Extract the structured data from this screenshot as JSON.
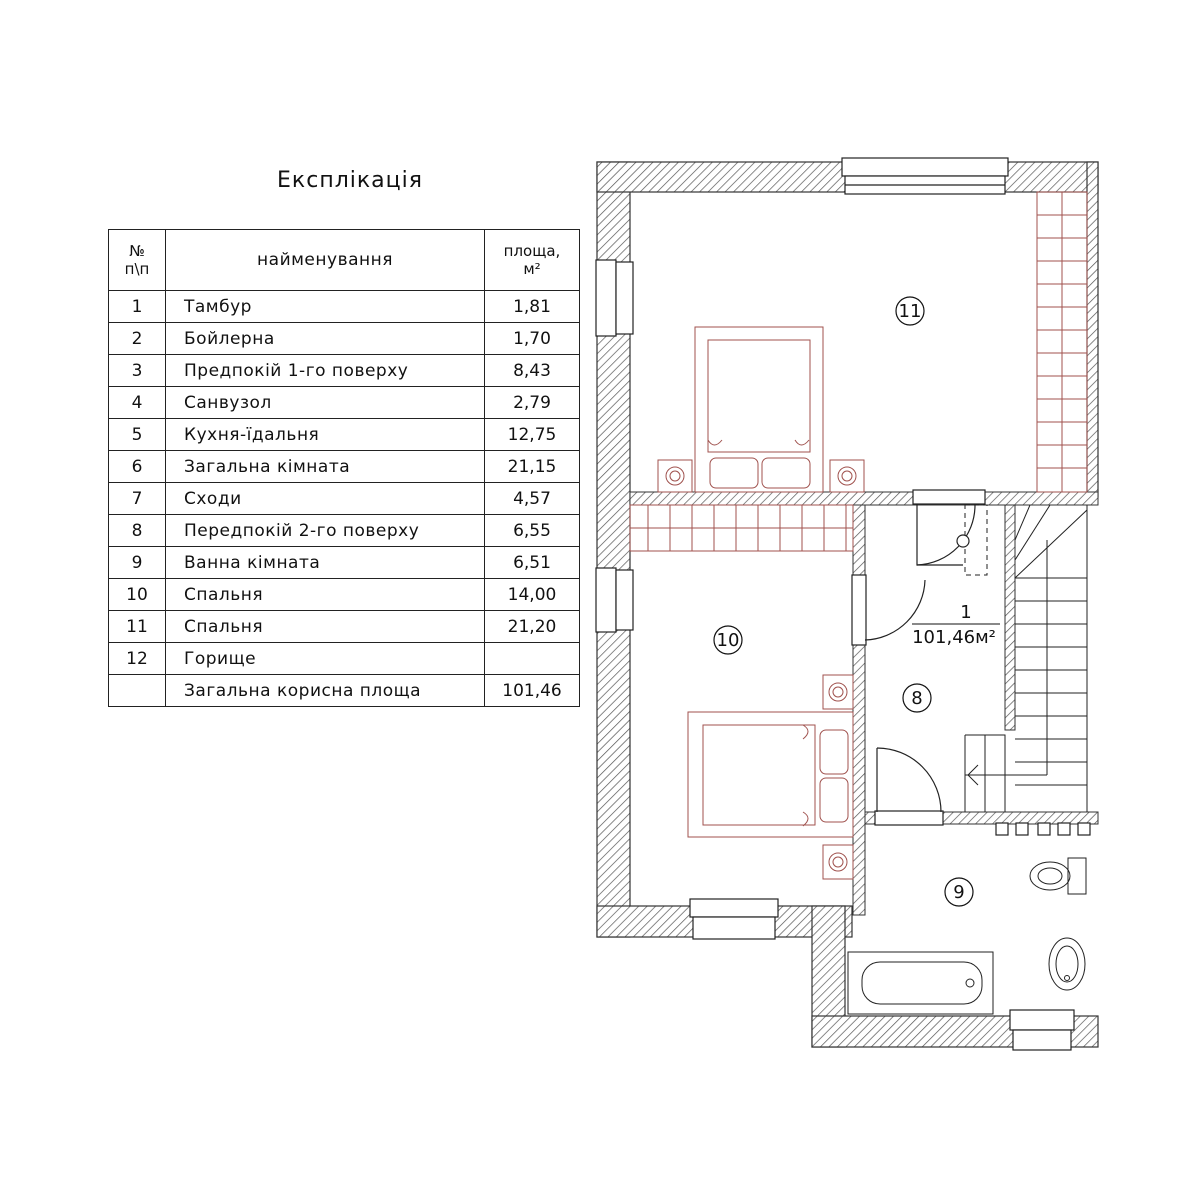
{
  "explication": {
    "title": "Експлікація",
    "headers": {
      "num_line1": "№",
      "num_line2": "п\\п",
      "name": "найменування",
      "area_line1": "площа,",
      "area_line2": "м²"
    },
    "rows": [
      {
        "num": "1",
        "name": "Тамбур",
        "area": "1,81"
      },
      {
        "num": "2",
        "name": "Бойлерна",
        "area": "1,70"
      },
      {
        "num": "3",
        "name": "Предпокій 1-го поверху",
        "area": "8,43"
      },
      {
        "num": "4",
        "name": "Санвузол",
        "area": "2,79"
      },
      {
        "num": "5",
        "name": "Кухня-їдальня",
        "area": "12,75"
      },
      {
        "num": "6",
        "name": "Загальна кімната",
        "area": "21,15"
      },
      {
        "num": "7",
        "name": "Сходи",
        "area": "4,57"
      },
      {
        "num": "8",
        "name": "Передпокій 2-го поверху",
        "area": "6,55"
      },
      {
        "num": "9",
        "name": "Ванна кімната",
        "area": "6,51"
      },
      {
        "num": "10",
        "name": "Спальня",
        "area": "14,00"
      },
      {
        "num": "11",
        "name": "Спальня",
        "area": "21,20"
      },
      {
        "num": "12",
        "name": "Горище",
        "area": ""
      },
      {
        "num": "",
        "name": "Загальна корисна площа",
        "area": "101,46"
      }
    ]
  },
  "plan": {
    "room_labels": {
      "r11": "11",
      "r10": "10",
      "r8": "8",
      "r9": "9"
    },
    "total_num": "1",
    "total_area": "101,46м²",
    "colors": {
      "wall": "#333333",
      "hatch": "#555555",
      "furniture": "#a0524e",
      "line": "#222222"
    }
  }
}
